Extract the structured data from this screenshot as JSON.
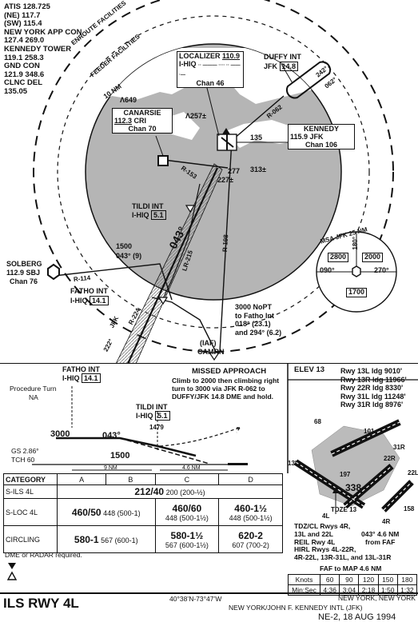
{
  "comm": {
    "lines": [
      "ATIS 128.725",
      "(NE) 117.7",
      "(SW) 115.4",
      "NEW YORK APP CON",
      "127.4 269.0",
      "KENNEDY TOWER",
      "119.1 258.3",
      "GND CON",
      "121.9 348.6",
      "CLNC DEL",
      "135.05"
    ]
  },
  "plan": {
    "enroute_label": "ENROUTE FACILITIES",
    "feeder_label": "FEEDER FACILITIES",
    "ring_label": "10 NM",
    "elev_649": "649",
    "localizer": {
      "name": "LOCALIZER",
      "freq": "110.9",
      "ident": "I-HIQ",
      "morse": "·· ——— ···· ·· ——·—",
      "chan": "Chan 46"
    },
    "duffy": {
      "name": "DUFFY INT",
      "ident": "JFK",
      "dme": "14.8"
    },
    "duffy_course_1": "242°",
    "duffy_course_2": "062°",
    "canarsie": {
      "name": "CANARSIE",
      "freq": "112.3",
      "ident": "CRI",
      "chan": "Chan 70"
    },
    "kennedy": {
      "name": "KENNEDY",
      "freq": "115.9",
      "ident": "JFK",
      "chan": "Chan 106"
    },
    "r062": "R-062",
    "r153": "R-153",
    "r198": "R-198",
    "lr215": "LR-215",
    "r114": "R-114",
    "r224": "R-224",
    "elev_257": "Λ257±",
    "elev_135": "135",
    "elev_277": "277",
    "elev_313": "313±",
    "elev_227": "227±",
    "tildi": {
      "name": "TILDI INT",
      "ident": "I-HIQ",
      "dme": "5.1"
    },
    "course_043": "043°",
    "pt1500": "1500",
    "pt1500_course": "043° (9)",
    "solberg": {
      "name": "SOLBERG",
      "freq": "112.9",
      "ident": "SBJ",
      "chan": "Chan 76"
    },
    "fatho": {
      "name": "FATHO INT",
      "ident": "I-HIQ",
      "dme": "14.1"
    },
    "jfk_label": "JFK",
    "course_222": "222°",
    "nopt": [
      "3000 NoPT",
      "to Fatho Int",
      "018° (23.1)",
      "and 294° (6.2)"
    ],
    "iaf": "(IAF)",
    "camrn": "CAMRN"
  },
  "msa": {
    "title": "MSA  JFK  25 NM",
    "bearing_180": "180°",
    "bearing_090": "090°",
    "bearing_270": "270°",
    "alt_nw": "2800",
    "alt_ne": "2000",
    "alt_s": "1700"
  },
  "profile": {
    "procedure_turn": "Procedure Turn",
    "na": "NA",
    "fatho_name": "FATHO INT",
    "fatho_ident": "I-HIQ",
    "fatho_dme": "14.1",
    "tildi_name": "TILDI INT",
    "tildi_ident": "I-HIQ",
    "tildi_dme": "5.1",
    "alt_3000": "3000",
    "course": "043°",
    "alt_1500": "1500",
    "ht_1479": "1479",
    "gs": "GS 2.86°",
    "tch": "TCH 60",
    "dist_9": "9 NM",
    "dist_46": "4.6 NM",
    "missed_title": "MISSED APPROACH",
    "missed_lines": [
      "Climb to 2000 then climbing right",
      "turn to 3000 via JFK R-062 to",
      "DUFFY/JFK 14.8 DME and hold."
    ]
  },
  "elev": {
    "label": "ELEV",
    "value": "13"
  },
  "runways": [
    "Rwy 13L ldg 9010'",
    "Rwy 13R ldg 11966'",
    "Rwy 22R ldg 8330'",
    "Rwy 31L ldg 11248'",
    "Rwy 31R ldg 8976'"
  ],
  "minima": {
    "headers": [
      "CATEGORY",
      "A",
      "B",
      "C",
      "D"
    ],
    "silis": {
      "label": "S-ILS 4L",
      "value": "212/40",
      "sub": "200 (200-½)"
    },
    "sloc": {
      "label": "S-LOC 4L",
      "ab": "460/50",
      "ab_sub": "448 (500-1)",
      "c": "460/60",
      "c_sub": "448 (500-1½)",
      "d": "460-1½",
      "d_sub": "448 (500-1½)"
    },
    "circling": {
      "label": "CIRCLING",
      "ab": "580-1",
      "ab_sub": "567 (600-1)",
      "c": "580-1½",
      "c_sub": "567 (600-1½)",
      "d": "620-2",
      "d_sub": "607 (700-2)"
    },
    "notes": "DME or RADAR required."
  },
  "airport": {
    "elev_68": "68",
    "elev_101": "101",
    "elev_197": "197",
    "elev_338": "338",
    "elev_158": "158",
    "tdze": "TDZE",
    "tdze_val": "13",
    "rwy_4l": "4L",
    "rwy_4r": "4R",
    "rwy_22l": "22L",
    "rwy_22r": "22R",
    "rwy_13l": "13L",
    "rwy_31r": "31R",
    "notes": [
      "TDZ/CL Rwys 4R,",
      "13L and 22L",
      "REIL Rwy 4L",
      "HIRL Rwys 4L-22R,",
      "4R-22L, 13R-31L, and 13L-31R"
    ],
    "faf_note": [
      "043° 4.6 NM",
      "from FAF"
    ]
  },
  "faf_table": {
    "title": "FAF to MAP 4.6 NM",
    "knots_label": "Knots",
    "speeds": [
      "60",
      "90",
      "120",
      "150",
      "180"
    ],
    "time_label": "Min:Sec",
    "times": [
      "4:36",
      "3:04",
      "2:18",
      "1:50",
      "1:32"
    ]
  },
  "footer": {
    "title": "ILS RWY 4L",
    "coords": "40°38’N-73°47’W",
    "city": "NEW YORK, NEW YORK",
    "airport": "NEW YORK/JOHN F. KENNEDY INTL (JFK)",
    "cycle": "NE-2, 18 AUG 1994"
  }
}
